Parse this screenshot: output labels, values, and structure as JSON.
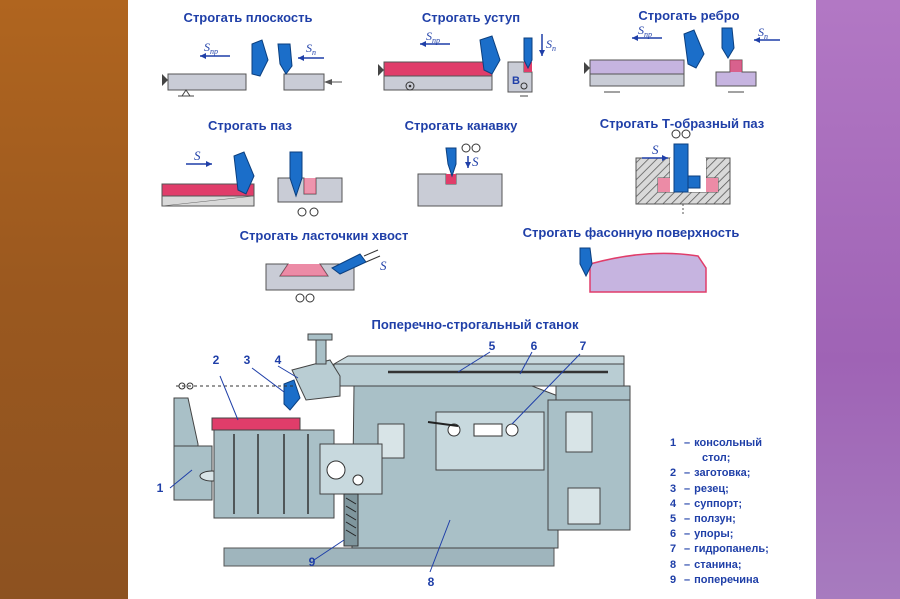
{
  "operations": [
    {
      "id": "flat",
      "title": "Строгать плоскость",
      "feeds": [
        "S_пр",
        "S_п"
      ]
    },
    {
      "id": "step",
      "title": "Строгать уступ",
      "feeds": [
        "S_пр",
        "S_п"
      ],
      "marker": "B"
    },
    {
      "id": "rib",
      "title": "Строгать ребро",
      "feeds": [
        "S_пр",
        "S_п"
      ]
    },
    {
      "id": "slot",
      "title": "Строгать паз",
      "feeds": [
        "S"
      ]
    },
    {
      "id": "groove",
      "title": "Строгать канавку",
      "feeds": [
        "S"
      ]
    },
    {
      "id": "t_slot",
      "title": "Строгать Т-образный паз",
      "feeds": [
        "S"
      ]
    },
    {
      "id": "dovetail",
      "title": "Строгать ласточкин хвост",
      "feeds": [
        "S"
      ]
    },
    {
      "id": "shaped",
      "title": "Строгать фасонную поверхность",
      "feeds": []
    }
  ],
  "machine": {
    "title": "Поперечно-строгальный станок",
    "callouts": [
      "1",
      "2",
      "3",
      "4",
      "5",
      "6",
      "7",
      "8",
      "9"
    ]
  },
  "legend": [
    {
      "num": "1",
      "text": "консольный",
      "cont": "стол;"
    },
    {
      "num": "2",
      "text": "заготовка;"
    },
    {
      "num": "3",
      "text": "резец;"
    },
    {
      "num": "4",
      "text": "суппорт;"
    },
    {
      "num": "5",
      "text": "ползун;"
    },
    {
      "num": "6",
      "text": "упоры;"
    },
    {
      "num": "7",
      "text": "гидропанель;"
    },
    {
      "num": "8",
      "text": "станина;"
    },
    {
      "num": "9",
      "text": "поперечина"
    }
  ],
  "colors": {
    "text": "#1f3fa8",
    "workpiece": "#e03d6a",
    "metal": "#c9ccd6",
    "cutter": "#1b6ec9",
    "machine": "#a9c0c7",
    "frame_left": "#a35e1f",
    "frame_right": "#a46bbb"
  }
}
